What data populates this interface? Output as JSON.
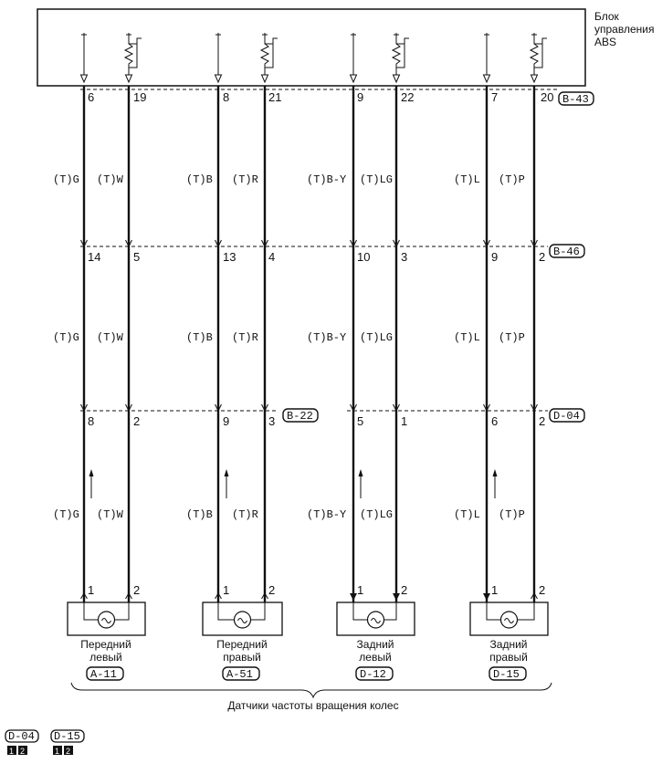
{
  "abs_unit": {
    "title_line1": "Блок",
    "title_line2": "управления",
    "title_line3": "ABS",
    "connector": "B-43"
  },
  "rows": [
    {
      "connector": "B-43",
      "pins": [
        "6",
        "19",
        "8",
        "21",
        "9",
        "22",
        "7",
        "20"
      ]
    },
    {
      "connector": "B-46",
      "pins": [
        "14",
        "5",
        "13",
        "4",
        "10",
        "3",
        "9",
        "2"
      ]
    },
    {
      "connector": "D-04",
      "pins": [
        "8",
        "2",
        "9",
        "3",
        "5",
        "1",
        "6",
        "2"
      ]
    }
  ],
  "mid_connector": "B-22",
  "wire_colors": [
    "(T)G",
    "(T)W",
    "(T)B",
    "(T)R",
    "(T)B-Y",
    "(T)LG",
    "(T)L",
    "(T)P"
  ],
  "sensors": [
    {
      "line1": "Передний",
      "line2": "левый",
      "connector": "A-11",
      "pins": [
        "1",
        "2"
      ]
    },
    {
      "line1": "Передний",
      "line2": "правый",
      "connector": "A-51",
      "pins": [
        "1",
        "2"
      ]
    },
    {
      "line1": "Задний",
      "line2": "левый",
      "connector": "D-12",
      "pins": [
        "1",
        "2"
      ]
    },
    {
      "line1": "Задний",
      "line2": "правый",
      "connector": "D-15",
      "pins": [
        "1",
        "2"
      ]
    }
  ],
  "caption": "Датчики частоты вращения колес",
  "legend": [
    {
      "connector": "D-04",
      "pin_a": "1",
      "pin_b": "2"
    },
    {
      "connector": "D-15",
      "pin_a": "1",
      "pin_b": "2"
    }
  ]
}
